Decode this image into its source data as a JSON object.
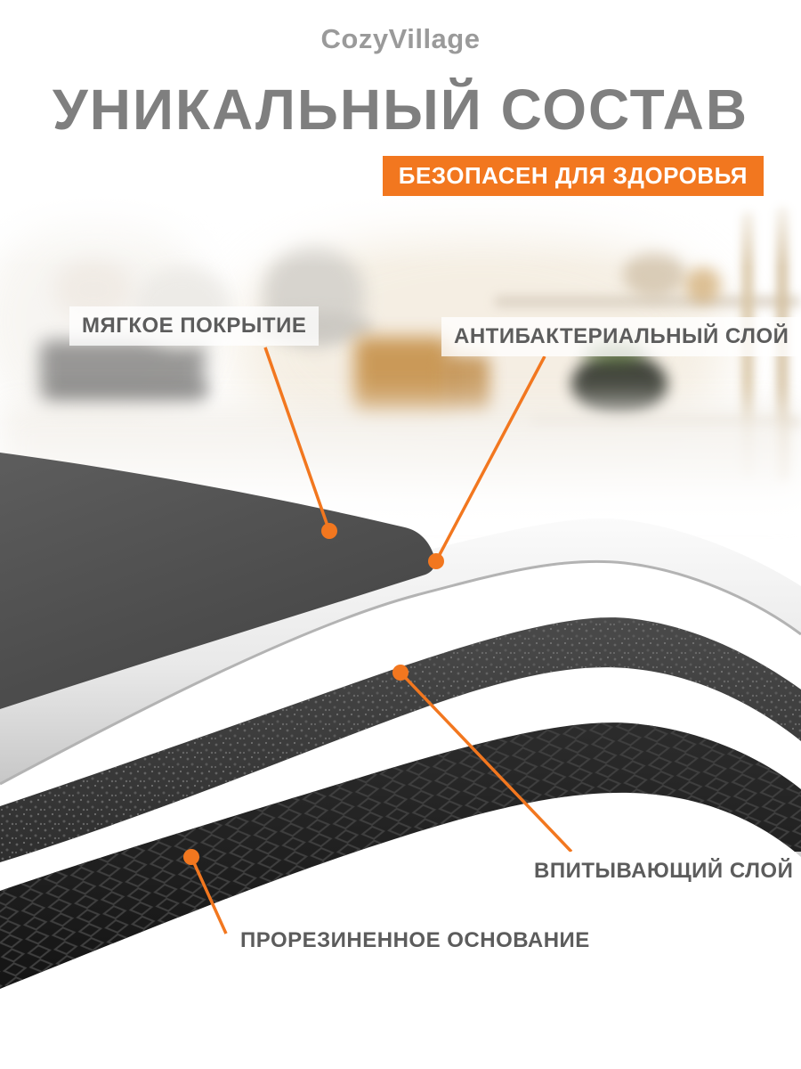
{
  "brand": "CozyVillage",
  "heading": {
    "title": "УНИКАЛЬНЫЙ СОСТАВ",
    "badge": "БЕЗОПАСЕН ДЛЯ ЗДОРОВЬЯ"
  },
  "callouts": {
    "soft_cover": "МЯГКОЕ ПОКРЫТИЕ",
    "antibacterial_layer": "АНТИБАКТЕРИАЛЬНЫЙ СЛОЙ",
    "absorbent_layer": "ВПИТЫВАЮЩИЙ СЛОЙ",
    "rubber_base": "ПРОРЕЗИНЕННОЕ ОСНОВАНИЕ"
  },
  "colors": {
    "accent_orange": "#F2771F",
    "title_gray": "#7F7F7F",
    "label_gray": "#5C5C5C",
    "badge_text": "#FFFFFF"
  }
}
